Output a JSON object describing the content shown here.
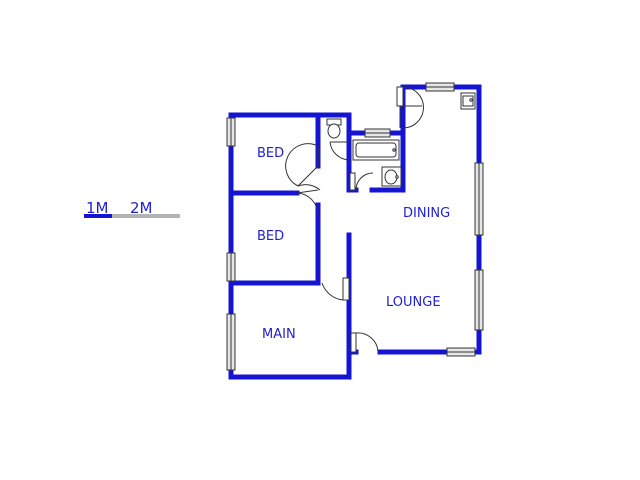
{
  "scale": {
    "label_1": "1M",
    "label_2": "2M"
  },
  "rooms": {
    "bed_top": "BED",
    "bed_middle": "BED",
    "main": "MAIN",
    "dining": "DINING",
    "lounge": "LOUNGE"
  },
  "colors": {
    "wall": "#1414d2",
    "line": "#333333",
    "window_fill": "#e6e6e6",
    "scale_grey": "#b4b4b4"
  }
}
